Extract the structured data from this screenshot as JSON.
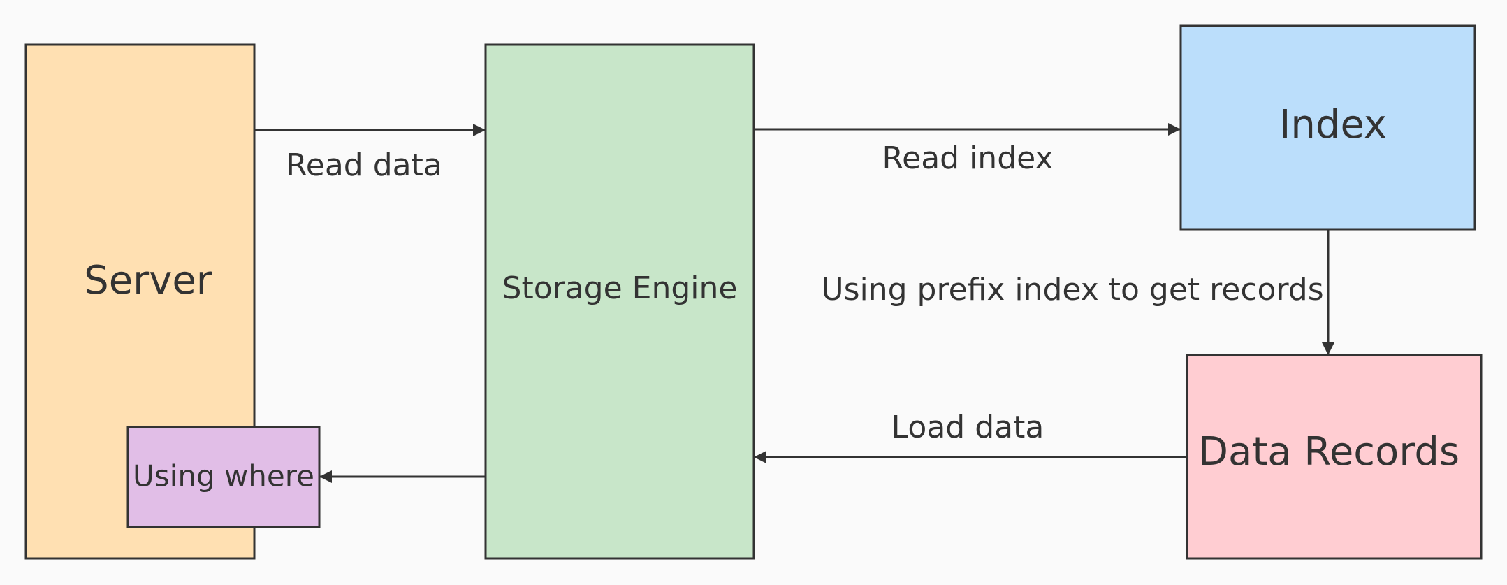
{
  "nodes": {
    "server": {
      "label": "Server",
      "fill": "#ffe0b2"
    },
    "storage_engine": {
      "label": "Storage Engine",
      "fill": "#c8e6c9"
    },
    "index": {
      "label": "Index",
      "fill": "#bbdefb"
    },
    "data_records": {
      "label": "Data Records",
      "fill": "#ffcdd2"
    },
    "using_where": {
      "label": "Using where",
      "fill": "#e1bee7"
    }
  },
  "edges": {
    "read_data": {
      "label": "Read data",
      "from": "Server",
      "to": "Storage Engine"
    },
    "read_index": {
      "label": "Read index",
      "from": "Storage Engine",
      "to": "Index"
    },
    "prefix_index": {
      "label": "Using prefix index to get records",
      "from": "Index",
      "to": "Data Records"
    },
    "load_data": {
      "label": "Load data",
      "from": "Data Records",
      "to": "Storage Engine"
    },
    "to_using_where": {
      "label": "",
      "from": "Storage Engine",
      "to": "Using where"
    }
  },
  "colors": {
    "stroke": "#333333",
    "background": "#fafafa",
    "text": "#333333"
  }
}
